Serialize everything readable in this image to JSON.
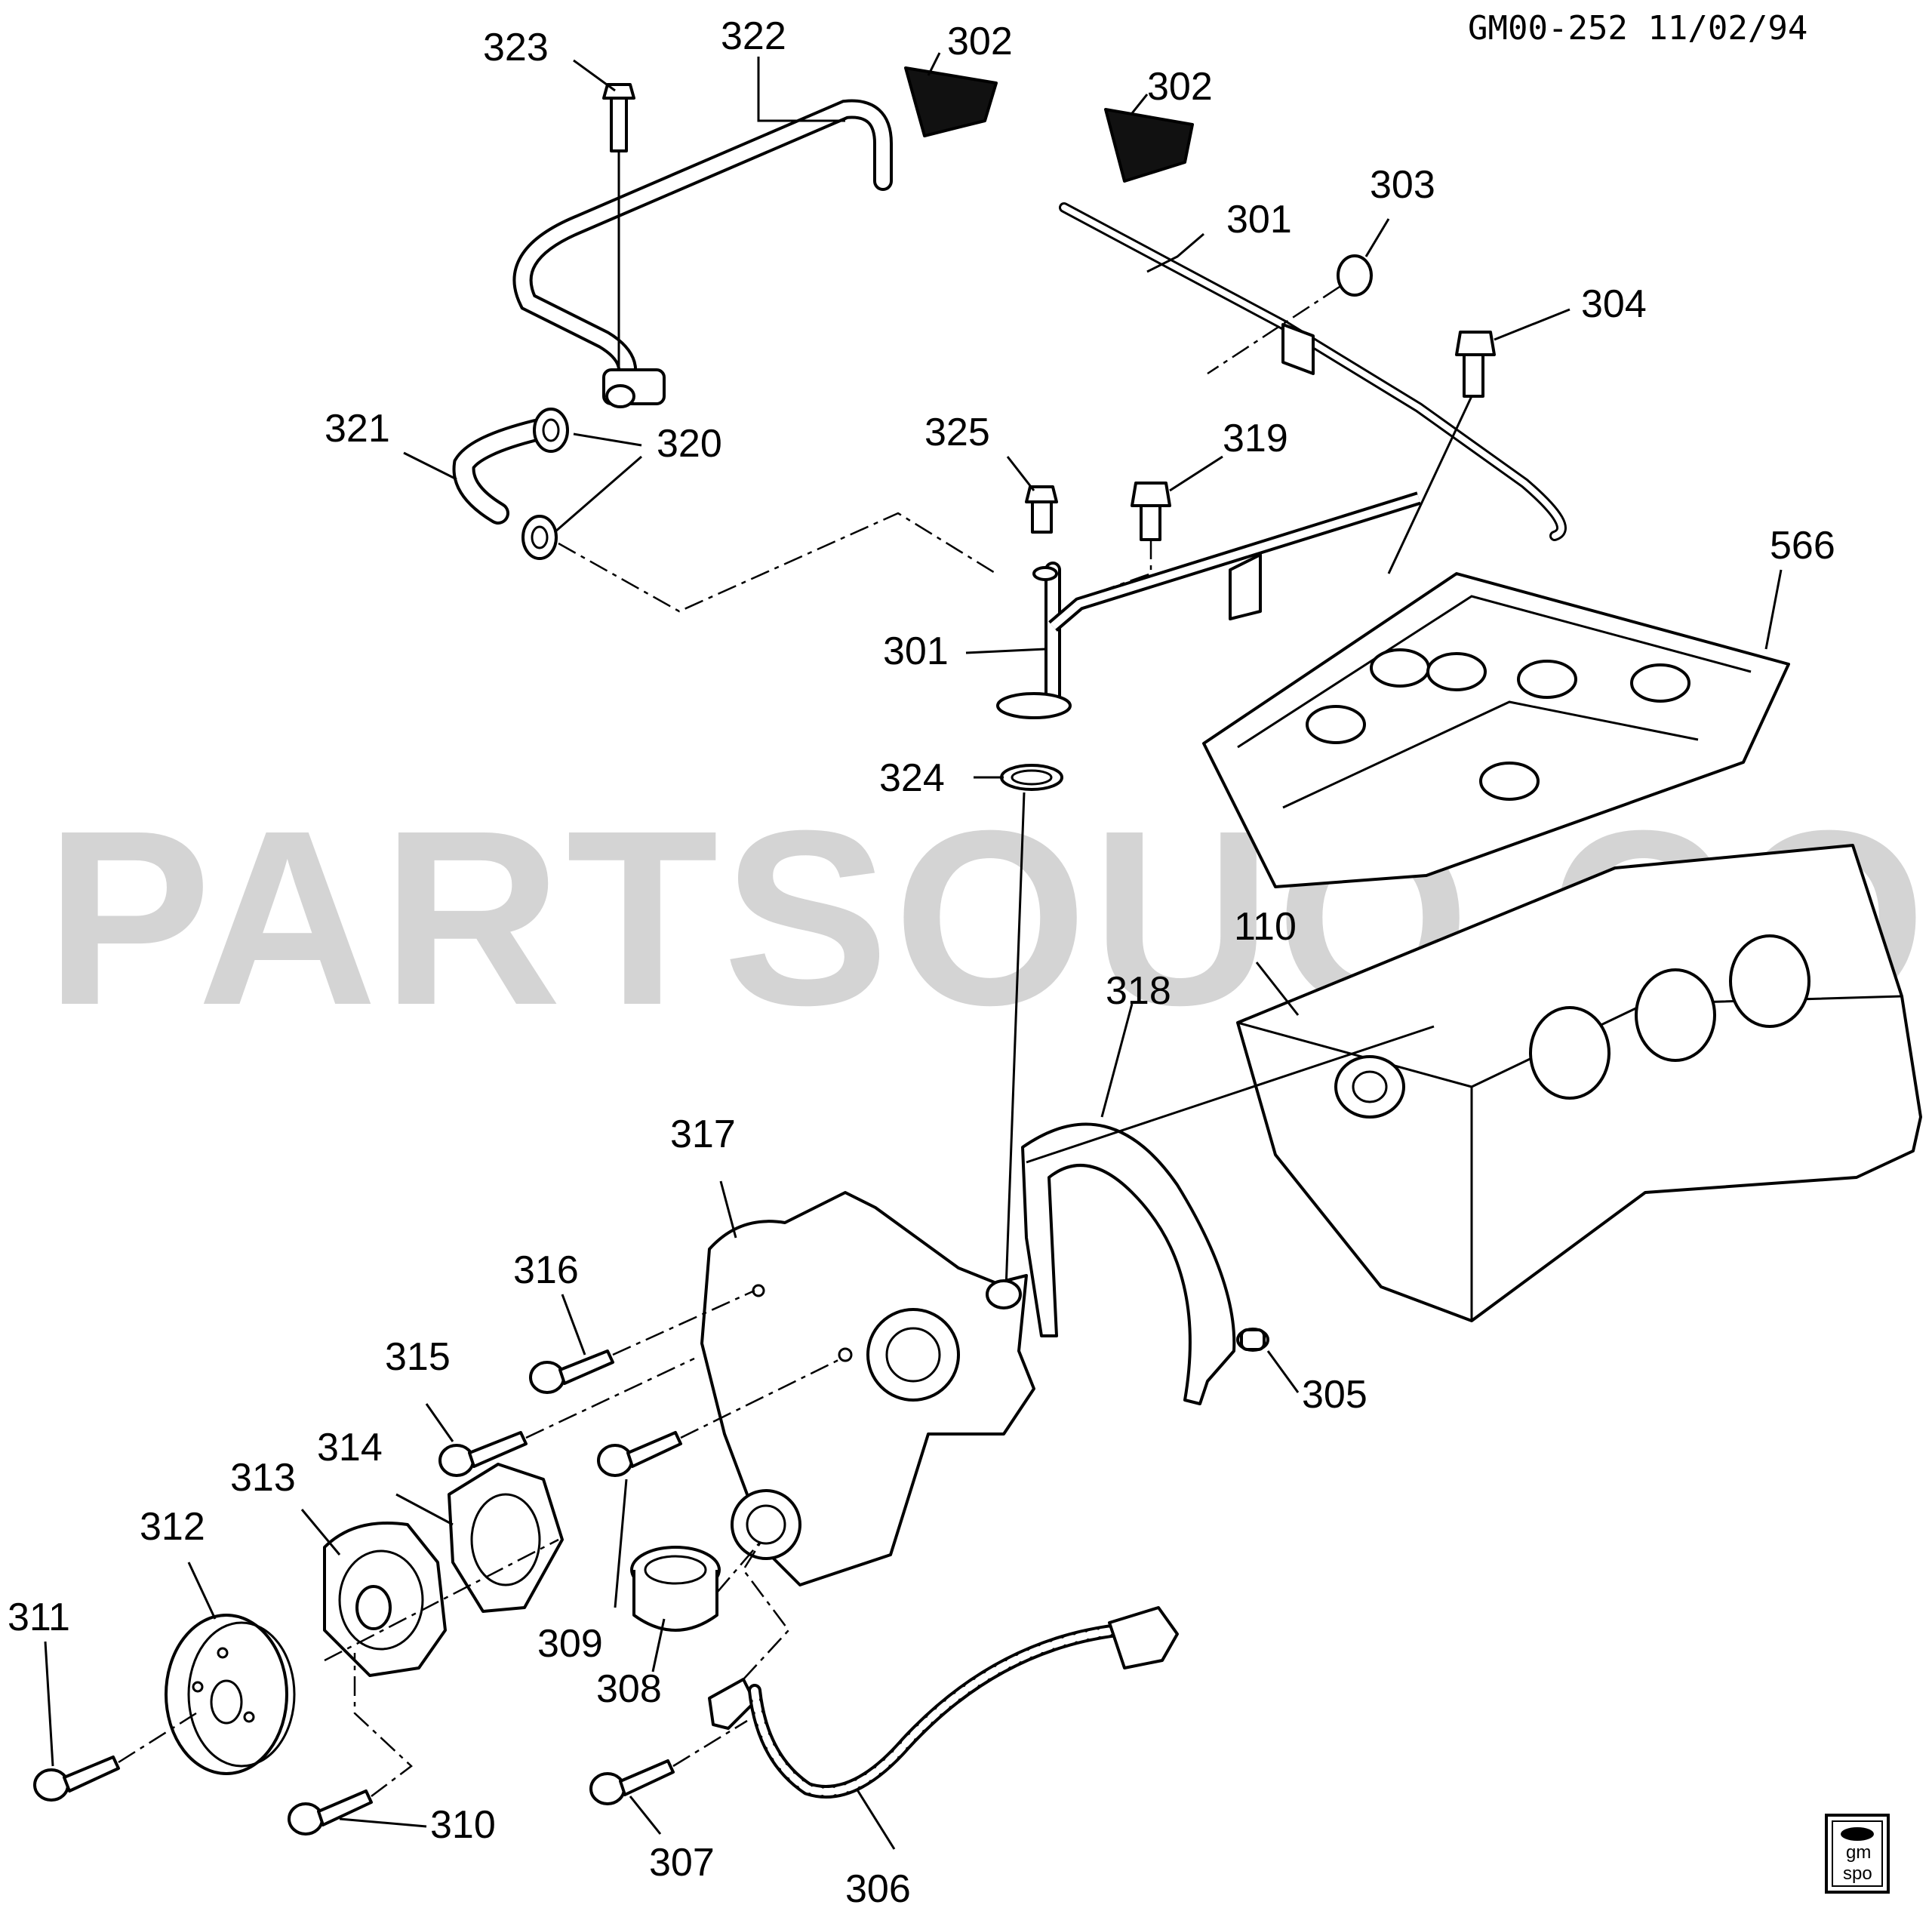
{
  "header": {
    "ref": "GM00-252  11/02/94"
  },
  "watermark": "PARTSOUQ.COM",
  "badge": {
    "line1": "gm",
    "line2": "spo"
  },
  "callouts": {
    "c323": "323",
    "c322": "322",
    "c302a": "302",
    "c302b": "302",
    "c303": "303",
    "c301a": "301",
    "c304": "304",
    "c321": "321",
    "c320": "320",
    "c325": "325",
    "c319": "319",
    "c566": "566",
    "c301b": "301",
    "c324": "324",
    "c110": "110",
    "c318": "318",
    "c317": "317",
    "c316": "316",
    "c315": "315",
    "c305": "305",
    "c314": "314",
    "c313": "313",
    "c312": "312",
    "c309": "309",
    "c311": "311",
    "c308": "308",
    "c310": "310",
    "c307": "307",
    "c306": "306"
  }
}
